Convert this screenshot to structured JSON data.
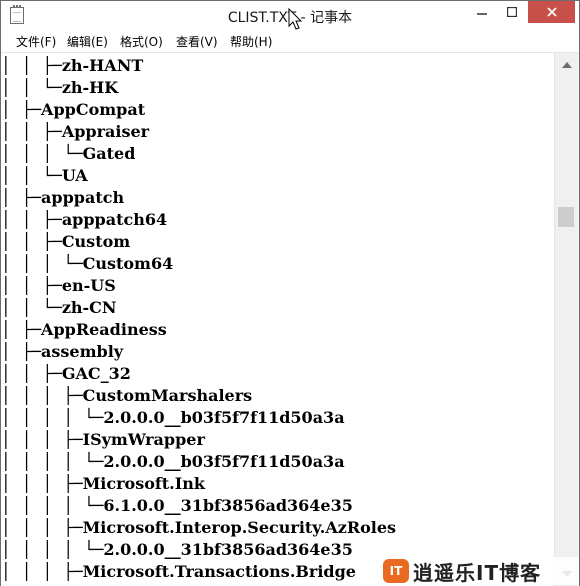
{
  "window": {
    "title": "CLIST.TXT - 记事本",
    "controls": {
      "minimize_icon": "minimize-icon",
      "maximize_icon": "maximize-icon",
      "close_icon": "close-icon"
    }
  },
  "menubar": {
    "items": [
      {
        "label": "文件(F)"
      },
      {
        "label": "编辑(E)"
      },
      {
        "label": "格式(O)"
      },
      {
        "label": "查看(V)"
      },
      {
        "label": "帮助(H)"
      }
    ]
  },
  "document": {
    "lines": [
      "│  │  ├─zh-HANT",
      "│  │  └─zh-HK",
      "│  ├─AppCompat",
      "│  │  ├─Appraiser",
      "│  │  │  └─Gated",
      "│  │  └─UA",
      "│  ├─apppatch",
      "│  │  ├─apppatch64",
      "│  │  ├─Custom",
      "│  │  │  └─Custom64",
      "│  │  ├─en-US",
      "│  │  └─zh-CN",
      "│  ├─AppReadiness",
      "│  ├─assembly",
      "│  │  ├─GAC_32",
      "│  │  │  ├─CustomMarshalers",
      "│  │  │  │  └─2.0.0.0__b03f5f7f11d50a3a",
      "│  │  │  ├─ISymWrapper",
      "│  │  │  │  └─2.0.0.0__b03f5f7f11d50a3a",
      "│  │  │  ├─Microsoft.Ink",
      "│  │  │  │  └─6.1.0.0__31bf3856ad364e35",
      "│  │  │  ├─Microsoft.Interop.Security.AzRoles",
      "│  │  │  │  └─2.0.0.0__31bf3856ad364e35",
      "│  │  │  ├─Microsoft.Transactions.Bridge"
    ]
  },
  "watermark": {
    "logo_text": "IT",
    "text": "逍遥乐IT博客"
  },
  "colors": {
    "close_button": "#c7504a",
    "watermark_logo": "#e8691f"
  }
}
